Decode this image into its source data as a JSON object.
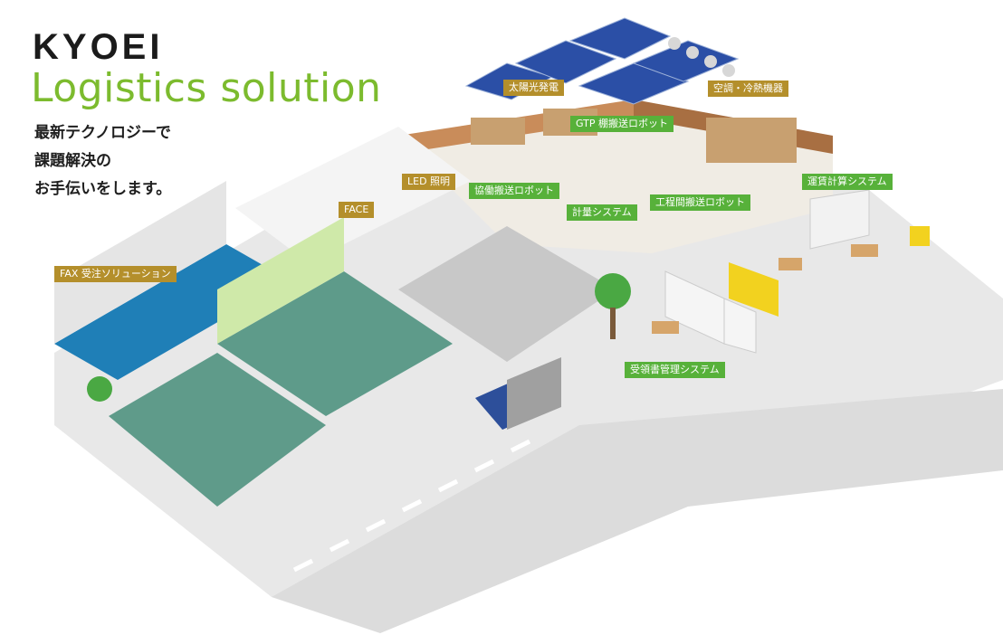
{
  "brand": {
    "name": "KYOEI",
    "subtitle": "Logistics solution"
  },
  "tagline": {
    "lines": [
      "最新テクノロジーで",
      "課題解決の",
      "お手伝いをします。"
    ]
  },
  "labels": {
    "solar": "太陽光発電",
    "aircon": "空調・冷熱機器",
    "gtp": "GTP 棚搬送ロボット",
    "led": "LED 照明",
    "cobot": "協働搬送ロボット",
    "face": "FACE",
    "weighing": "計量システム",
    "interprocess": "工程間搬送ロボット",
    "freight": "運賃計算システム",
    "fax": "FAX 受注ソリューション",
    "receipt": "受領書管理システム"
  },
  "colors": {
    "accent_green": "#57b13a",
    "brand_green": "#7cbb2e",
    "label_gold": "#b48f2b",
    "text_dark": "#1b1b1b"
  }
}
